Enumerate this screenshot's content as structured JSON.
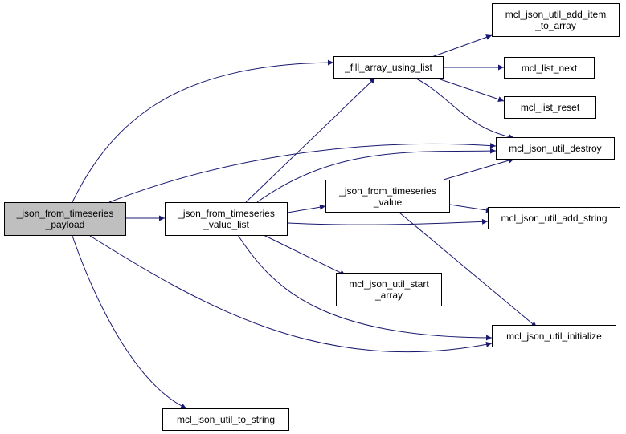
{
  "graph": {
    "nodes": {
      "payload": "_json_from_timeseries\n_payload",
      "value_list": "_json_from_timeseries\n_value_list",
      "fill_array": "_fill_array_using_list",
      "add_item_to_array": "mcl_json_util_add_item\n_to_array",
      "list_next": "mcl_list_next",
      "list_reset": "mcl_list_reset",
      "destroy": "mcl_json_util_destroy",
      "ts_value": "_json_from_timeseries\n_value",
      "add_string": "mcl_json_util_add_string",
      "start_array": "mcl_json_util_start\n_array",
      "initialize": "mcl_json_util_initialize",
      "to_string": "mcl_json_util_to_string"
    },
    "edges": [
      [
        "payload",
        "fill_array"
      ],
      [
        "payload",
        "destroy"
      ],
      [
        "payload",
        "value_list"
      ],
      [
        "payload",
        "initialize"
      ],
      [
        "payload",
        "to_string"
      ],
      [
        "value_list",
        "fill_array"
      ],
      [
        "value_list",
        "destroy"
      ],
      [
        "value_list",
        "ts_value"
      ],
      [
        "value_list",
        "add_string"
      ],
      [
        "value_list",
        "start_array"
      ],
      [
        "value_list",
        "initialize"
      ],
      [
        "fill_array",
        "add_item_to_array"
      ],
      [
        "fill_array",
        "list_next"
      ],
      [
        "fill_array",
        "list_reset"
      ],
      [
        "fill_array",
        "destroy"
      ],
      [
        "ts_value",
        "destroy"
      ],
      [
        "ts_value",
        "add_string"
      ],
      [
        "ts_value",
        "initialize"
      ]
    ],
    "colors": {
      "edge": "#191970",
      "root_fill": "#bfbfbf",
      "node_border": "#000000"
    }
  }
}
